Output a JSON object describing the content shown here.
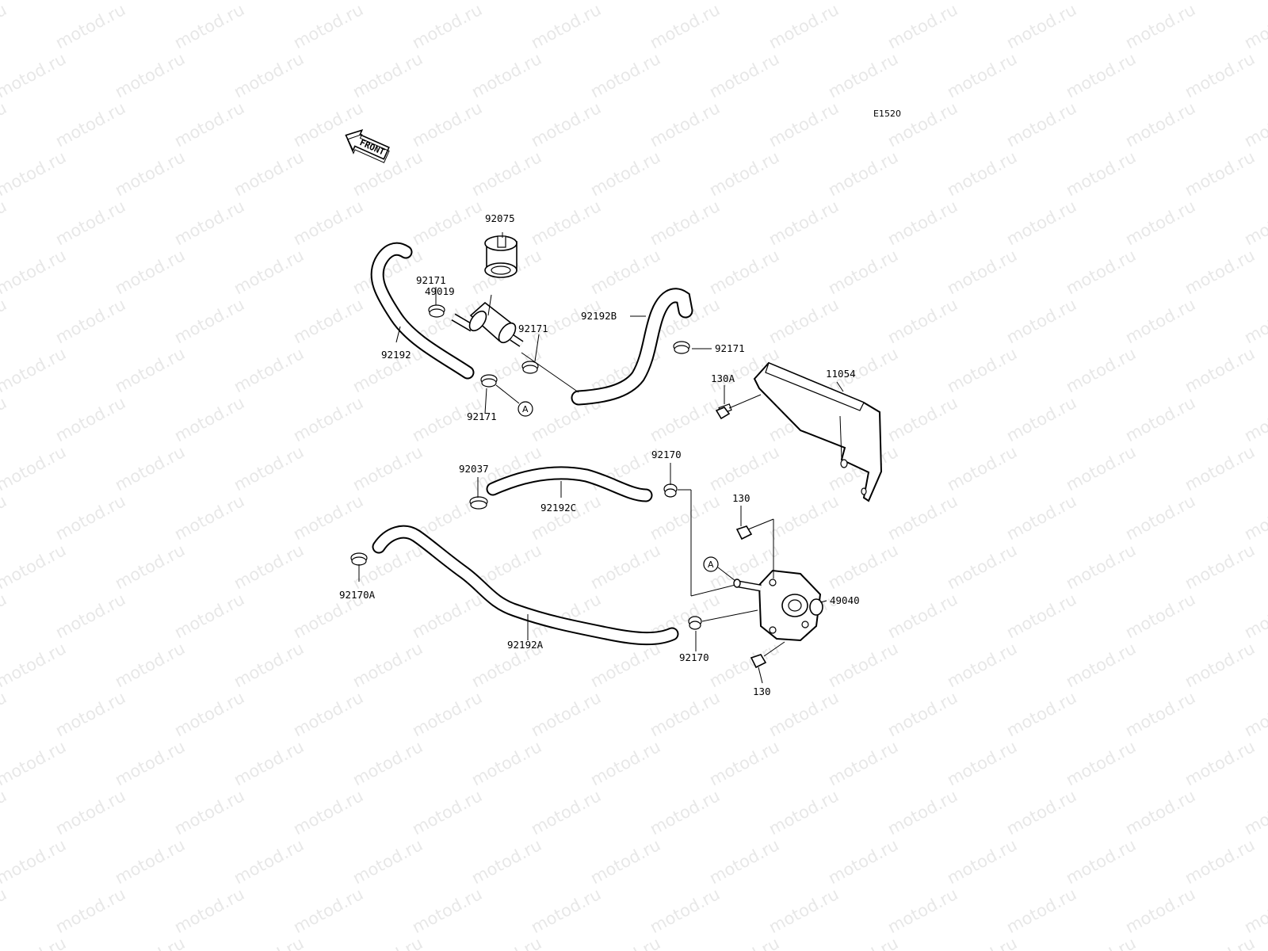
{
  "diagram": {
    "figure_code": "E1520",
    "front_label": "FRONT",
    "watermark": "motod.ru",
    "ref_marker": "A",
    "parts": [
      {
        "id": "p92075",
        "label": "92075"
      },
      {
        "id": "p92171a",
        "label": "92171"
      },
      {
        "id": "p49019",
        "label": "49019"
      },
      {
        "id": "p92171b",
        "label": "92171"
      },
      {
        "id": "p92192b",
        "label": "92192B"
      },
      {
        "id": "p92171c",
        "label": "92171"
      },
      {
        "id": "p92192",
        "label": "92192"
      },
      {
        "id": "p92171d",
        "label": "92171"
      },
      {
        "id": "p11054",
        "label": "11054"
      },
      {
        "id": "p130a",
        "label": "130A"
      },
      {
        "id": "p92037",
        "label": "92037"
      },
      {
        "id": "p92192c",
        "label": "92192C"
      },
      {
        "id": "p92170a",
        "label": "92170"
      },
      {
        "id": "p130b",
        "label": "130"
      },
      {
        "id": "p92170A",
        "label": "92170A"
      },
      {
        "id": "p49040",
        "label": "49040"
      },
      {
        "id": "p92192a",
        "label": "92192A"
      },
      {
        "id": "p92170b",
        "label": "92170"
      },
      {
        "id": "p130c",
        "label": "130"
      }
    ]
  }
}
